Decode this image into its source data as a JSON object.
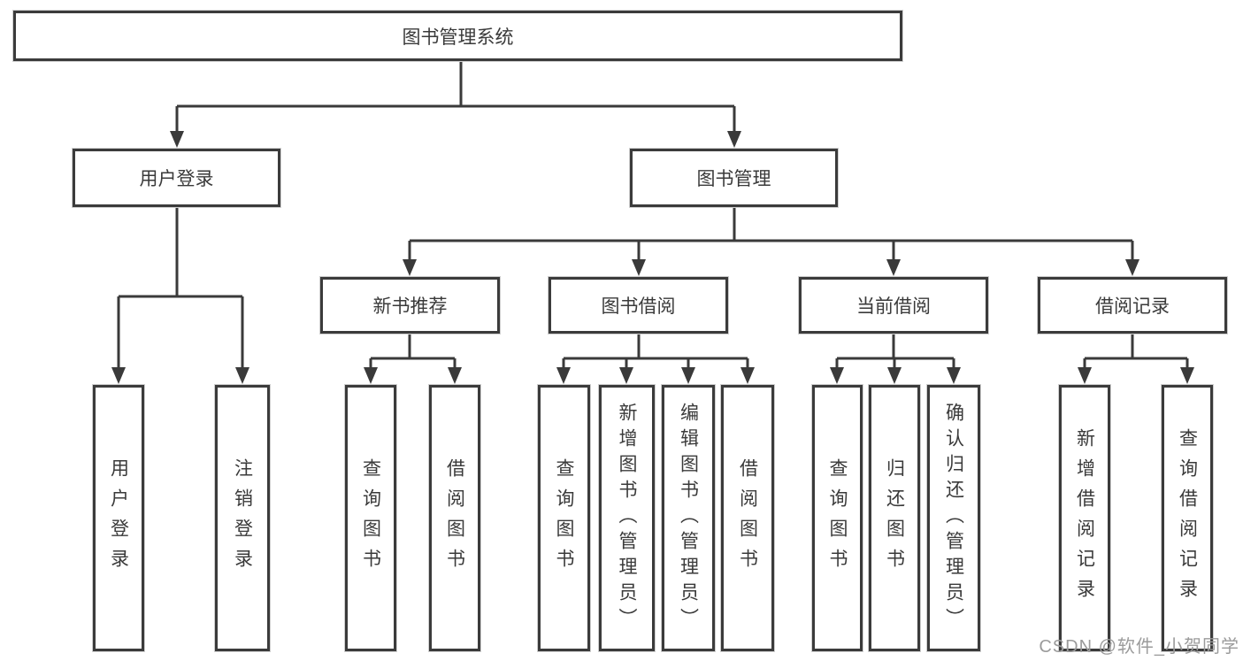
{
  "colors": {
    "line": "#3a3a3a",
    "text": "#3a3a3a",
    "box_background": "#ffffff",
    "watermark": "#9b9b9b"
  },
  "tree": {
    "root": {
      "label": "图书管理系统"
    },
    "branches": [
      {
        "label": "用户登录",
        "children": [
          {
            "label": "用户登录"
          },
          {
            "label": "注销登录"
          }
        ]
      },
      {
        "label": "图书管理",
        "groups": [
          {
            "label": "新书推荐",
            "children": [
              {
                "label": "查询图书"
              },
              {
                "label": "借阅图书"
              }
            ]
          },
          {
            "label": "图书借阅",
            "children": [
              {
                "label": "查询图书"
              },
              {
                "label": "新增图书（管理员）"
              },
              {
                "label": "编辑图书（管理员）"
              },
              {
                "label": "借阅图书"
              }
            ]
          },
          {
            "label": "当前借阅",
            "children": [
              {
                "label": "查询图书"
              },
              {
                "label": "归还图书"
              },
              {
                "label": "确认归还（管理员）"
              }
            ]
          },
          {
            "label": "借阅记录",
            "children": [
              {
                "label": "新增借阅记录"
              },
              {
                "label": "查询借阅记录"
              }
            ]
          }
        ]
      }
    ]
  },
  "watermark": "CSDN @软件_小贺同学"
}
